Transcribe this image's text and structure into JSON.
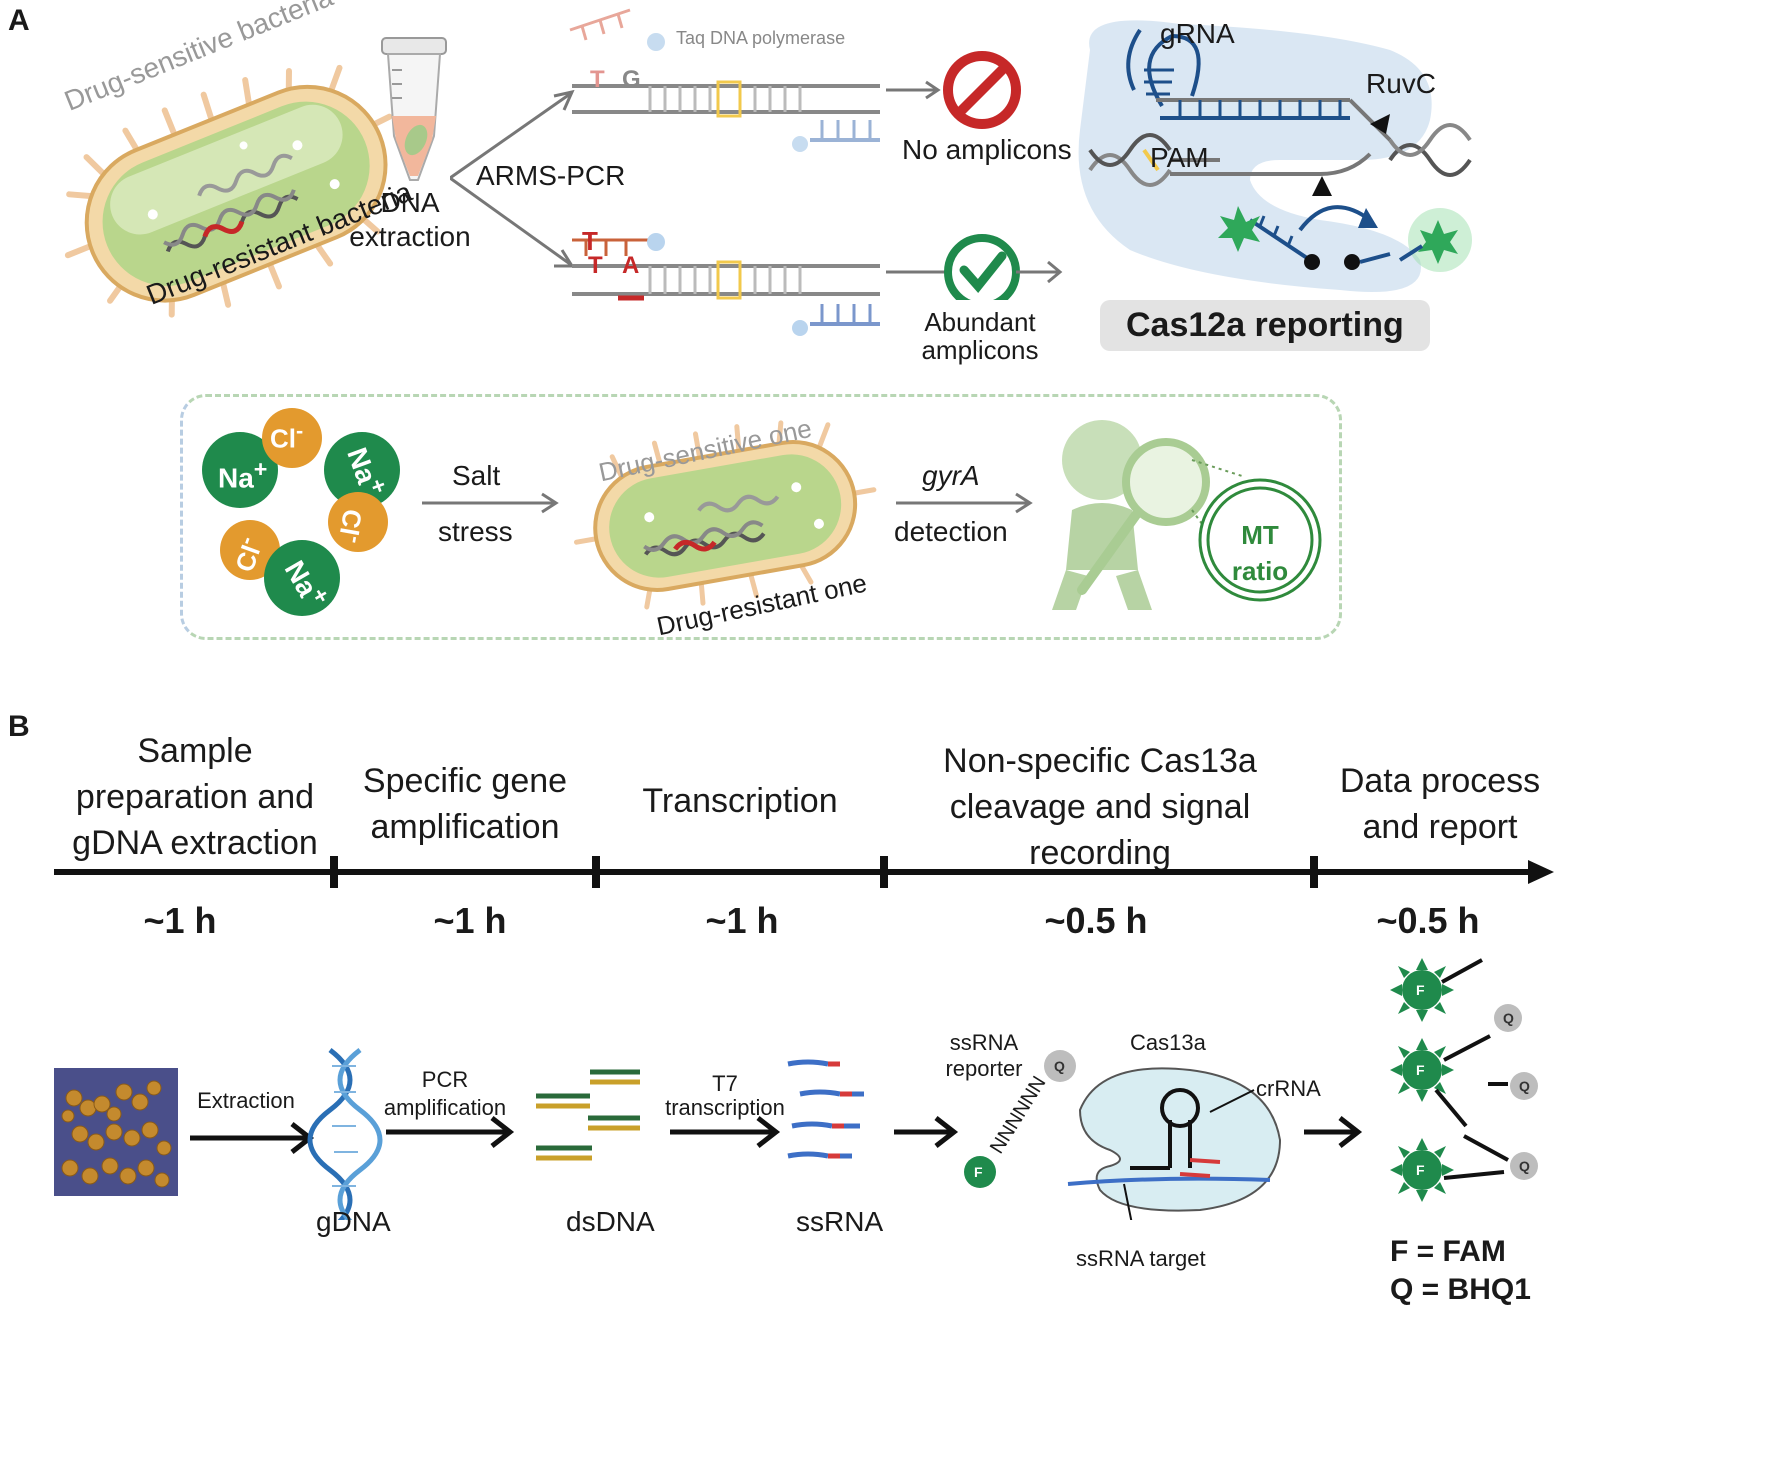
{
  "panel_a": {
    "letter": "A",
    "drug_sensitive": "Drug-sensitive bacteria",
    "drug_resistant": "Drug-resistant bacteria",
    "dna_extraction": "DNA extraction",
    "arms_pcr": "ARMS-PCR",
    "taq": "Taq DNA polymerase",
    "base_t": "T",
    "base_g": "G",
    "base_a": "A",
    "no_amplicons": "No amplicons",
    "abundant": "Abundant amplicons",
    "grna": "gRNA",
    "ruvc": "RuvC",
    "pam": "PAM",
    "cas12a": "Cas12a reporting",
    "salt": "Salt",
    "stress": "stress",
    "sensitive_one": "Drug-sensitive one",
    "resistant_one": "Drug-resistant one",
    "gyra": "gyrA",
    "detection": "detection",
    "mt": "MT",
    "ratio": "ratio",
    "na": "Na",
    "cl": "Cl",
    "plus": "+",
    "minus": "-"
  },
  "panel_b": {
    "letter": "B",
    "stages": [
      {
        "label": "Sample preparation and gDNA extraction",
        "duration": "~1 h"
      },
      {
        "label": "Specific gene amplification",
        "duration": "~1 h"
      },
      {
        "label": "Transcription",
        "duration": "~1 h"
      },
      {
        "label": "Non-specific Cas13a cleavage and signal recording",
        "duration": "~0.5 h"
      },
      {
        "label": "Data process and report",
        "duration": "~0.5 h"
      }
    ],
    "extraction": "Extraction",
    "pcr": "PCR amplification",
    "t7": "T7 transcription",
    "gdna": "gDNA",
    "dsdna": "dsDNA",
    "ssrna": "ssRNA",
    "ssrna_reporter": "ssRNA reporter",
    "nnnnnn": "NNNNNN",
    "cas13a": "Cas13a",
    "crrna": "crRNA",
    "ssrna_target": "ssRNA target",
    "f": "F",
    "q": "Q",
    "legend_f": "F = FAM",
    "legend_q": "Q = BHQ1"
  },
  "colors": {
    "green_dark": "#1f8a4c",
    "orange": "#e39a2e",
    "red_mark": "#c62828",
    "cas_bg": "#d6e4f2",
    "blue_dna": "#1d4f8a",
    "arrow": "#1a1a1a"
  }
}
